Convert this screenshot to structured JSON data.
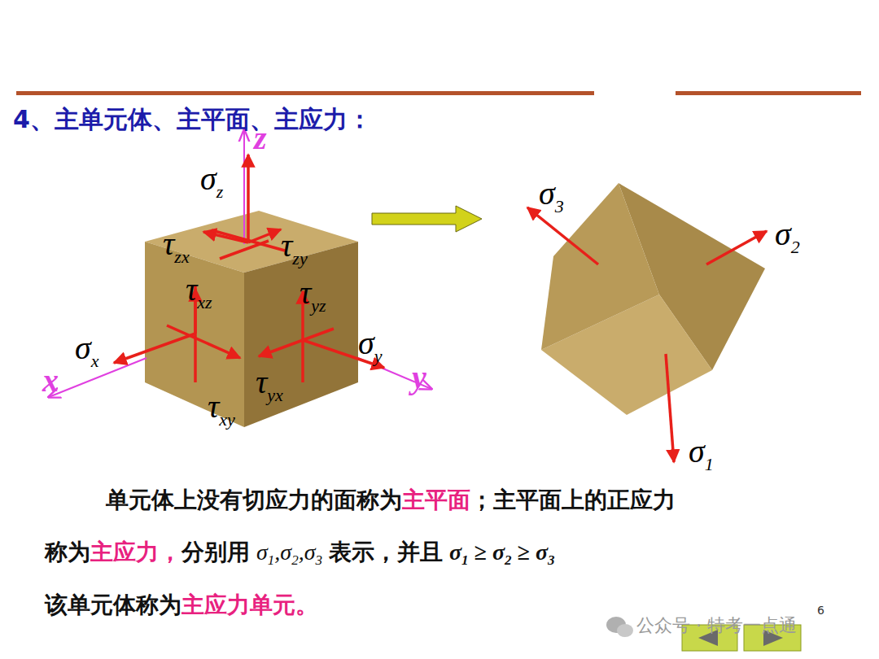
{
  "diagram": {
    "title": "4、主单元体、主平面、主应力：",
    "labels": [
      "z",
      "σz",
      "τzx",
      "τzy",
      "τxz",
      "τyz",
      "σx",
      "σy",
      "x",
      "y",
      "τxy",
      "τyx",
      "σ3",
      "σ2",
      "σ1",
      "单元体上没有切应力的面称为",
      "主平面",
      "；主平面上的正应力",
      "称为",
      "主应力，",
      "分别用",
      "σ1,σ2,σ3",
      "表示，并且",
      "σ1 ≥ σ2 ≥ σ3",
      "该单元体称为",
      "主应力单元。",
      "6",
      "公众号 · 特考一点通"
    ]
  }
}
